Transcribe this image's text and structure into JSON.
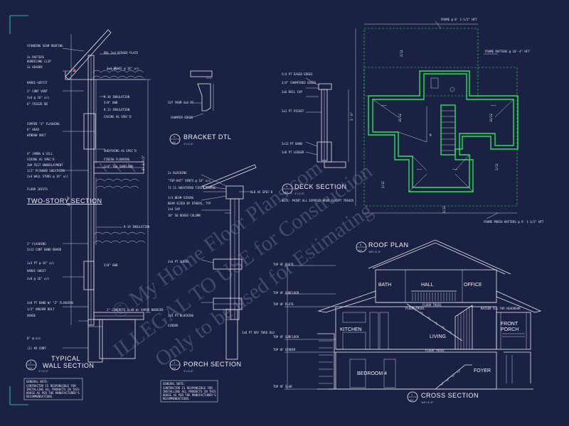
{
  "titles": {
    "two_story_section": "TWO-STORY SECTION",
    "typical_wall_section": "TYPICAL\nWALL SECTION",
    "bracket_dtl": "BRACKET DTL",
    "porch_section": "PORCH SECTION",
    "deck_section": "DECK SECTION",
    "roof_plan": "ROOF PLAN",
    "cross_section": "CROSS SECTION"
  },
  "scales": {
    "wall": "1\"=1'-0\"",
    "bracket": "1\"=1'-0\"",
    "porch": "1\"=1'-0\"",
    "deck": "1\"=1'-0\"",
    "roof": "1/8\"=1'-0\"",
    "cross": "1/4\"=1'-0\""
  },
  "detail_numbers": {
    "wall": "2",
    "bracket": "4",
    "porch": "3",
    "deck": "5",
    "roof": "6",
    "cross": "1",
    "sheet": "A4"
  },
  "rooms": {
    "bath": "BATH",
    "hall": "HALL",
    "office": "OFFICE",
    "kitchen": "KITCHEN",
    "living": "LIVING",
    "front_porch": "FRONT\nPORCH",
    "bedroom": "BEDROOM 4",
    "foyer": "FOYER"
  },
  "wall_notes": [
    "STANDING SEAM ROOFING",
    "2x RAFTERS",
    "HURRICANE CLIP",
    "2x HEADER",
    "HARDI-SOFFIT",
    "2\" CONT VENT",
    "2x4 @ 16\" o/c",
    "6\" FRIEZE BD",
    "COPPER \"Z\" FLASHING",
    "6\" HEAD",
    "WINDOW UNIT",
    "4\" JAMBS & SILL",
    "SIDING AS SPEC'D",
    "30# FELT UNDERLAYMENT",
    "1/2\" PLYWOOD SHEATHING",
    "2x4 WALL STUDS @ 16\" o/c",
    "FLOOR JOISTS",
    "2\" FLASHING",
    "2x12 CONT BAND BOARD",
    "1x3 PT @ 16\" o/c",
    "HARDI-SHEET",
    "2x8 @ 16\" o/c",
    "3x8 PT BAND W/ \"Z\" FLASHING",
    "1/2\" ANCHOR BOLT",
    "GRADE",
    "8\" @ o/c",
    "(2) #4 CONT"
  ],
  "wall_right_notes": [
    "DBL 2x4 RIDGED PLATE",
    "2x4 BRACE @ 16\" o/c",
    "R-30 INSULATION",
    "5/8\" GWB",
    "R-13 INSULATION",
    "CASING AS SPEC'D",
    "SHEATHING AS SPEC'D",
    "FINISH FLOORING",
    "3/4\" T&G SUBFLOOR",
    "R-19 INSULATION",
    "5/8\" GWB",
    "2\" CONCRETE SLAB W/ VAPOR BARRIER"
  ],
  "bracket_notes": [
    "CUT FROM 4x6 PT",
    "CHAMFER EDGES"
  ],
  "porch_notes": [
    "2x BLOCKING",
    "\"TOP-HAT\" VENTS @ 16\" o/c",
    "T1-11 SHEATHING FIRST COURSE",
    "1/4 BEAM SIDING",
    "BEAM SIZED BY OTHERS, TYP",
    "1x4 CAP",
    "10\" SQ BOXED COLUMN",
    "2x6 PT SHEAR",
    "2x4 PT BLOCKING",
    "GIRDER",
    "2x8 PT ORY THRU OLD"
  ],
  "deck_notes": [
    "5/4 PT EASED EDGES",
    "3/4\" CHAMFERED EDGES",
    "2x6 RAIL CAP",
    "2x2 PT PICKET",
    "2x12 PT BAND",
    "2x8 PT LEDGER"
  ],
  "deck_note": "NOTE: PAINT ALL EXPOSED WOOD EXCEPT TREADS",
  "roof_notes": [
    "FRAME @ 8' 1-1/2\" HFT",
    "FRAME RAFTERS @ 10'-4\" HFT",
    "FRAME PORCH RAFTERS @ 9' 1-1/2\" HFT"
  ],
  "level_marks": [
    "TOP OF PLATE",
    "TOP OF SUBFLOOR",
    "TOP OF PLATE",
    "TOP OF SUBFLOOR",
    "TOP OF GIRDER",
    "TOP OF SLAB"
  ],
  "cross_notes": [
    "FLOOR TRUSS",
    "FLOOR TRUSS",
    "FLOOR TRUSS",
    "RAISED CLG FOR HEADROOM"
  ],
  "general_note": "GENERAL NOTE:\nCONTRACTOR IS RESPONSIBLE FOR\nINSTALLING ALL PRODUCTS IN THIS\nHOUSE AS PER THE MANUFACTURER'S\nRECOMMENDATIONS.",
  "watermark_lines": [
    "© My Home Floor Plans.com",
    "ILLEGAL TO USE for Construction",
    "Only to be used for Estimating"
  ]
}
